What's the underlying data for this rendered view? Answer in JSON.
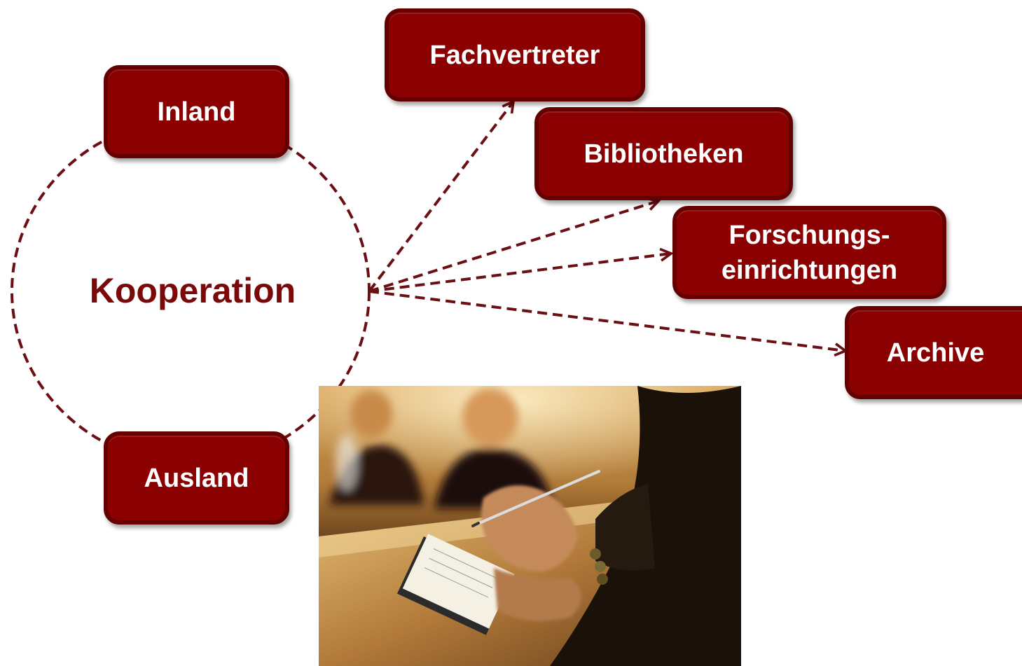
{
  "center": {
    "label": "Kooperation"
  },
  "scope_nodes": [
    {
      "id": "inland",
      "label": "Inland"
    },
    {
      "id": "ausland",
      "label": "Ausland"
    }
  ],
  "partner_nodes": [
    {
      "id": "fachvertreter",
      "label": "Fachvertreter"
    },
    {
      "id": "bibliotheken",
      "label": "Bibliotheken"
    },
    {
      "id": "forschungseinrichtungen",
      "label_line1": "Forschungs-",
      "label_line2": "einrichtungen"
    },
    {
      "id": "archive",
      "label": "Archive"
    }
  ],
  "edges": [
    {
      "from": "kooperation",
      "to": "fachvertreter",
      "style": "dashed-arrow"
    },
    {
      "from": "kooperation",
      "to": "bibliotheken",
      "style": "dashed-arrow"
    },
    {
      "from": "kooperation",
      "to": "forschungseinrichtungen",
      "style": "dashed-arrow"
    },
    {
      "from": "kooperation",
      "to": "archive",
      "style": "dashed-arrow"
    }
  ],
  "colors": {
    "box_fill": "#8b0000",
    "box_border": "#640000",
    "box_text": "#ffffff",
    "center_text": "#7a0a0a",
    "dashed_line": "#6b0f14"
  },
  "photo": {
    "subject": "hand-writing-notebook-photo"
  }
}
